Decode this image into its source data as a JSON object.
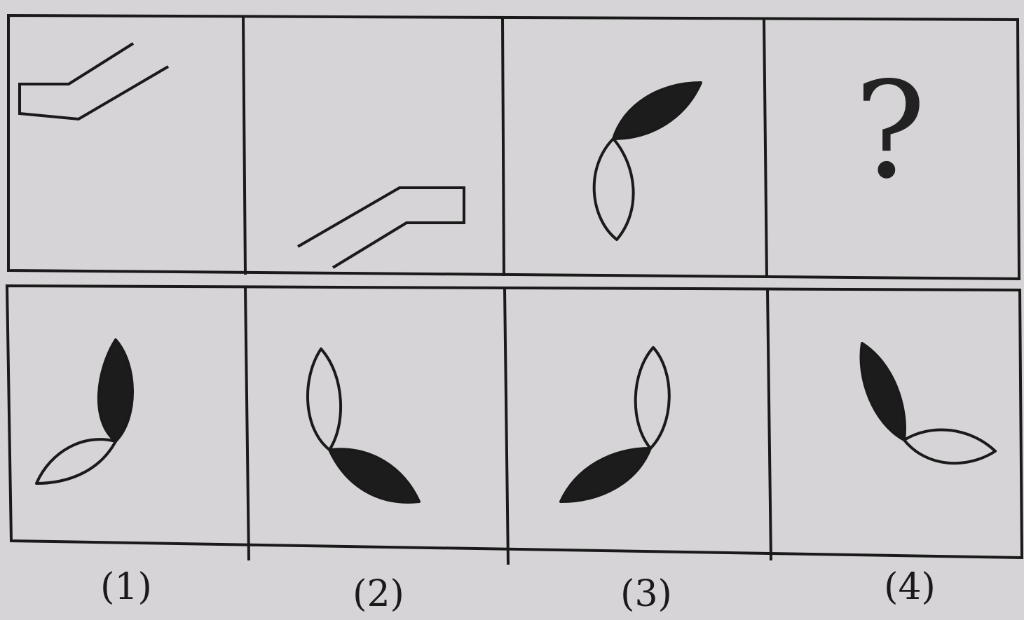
{
  "question": {
    "missing_mark": "?"
  },
  "options": [
    {
      "label": "(1)"
    },
    {
      "label": "(2)"
    },
    {
      "label": "(3)"
    },
    {
      "label": "(4)"
    }
  ],
  "colors": {
    "background": "#d6d4d6",
    "ink": "#1a1a1a",
    "leaf_fill_dark": "#1c1c1c",
    "leaf_fill_light": "#d6d4d6"
  }
}
